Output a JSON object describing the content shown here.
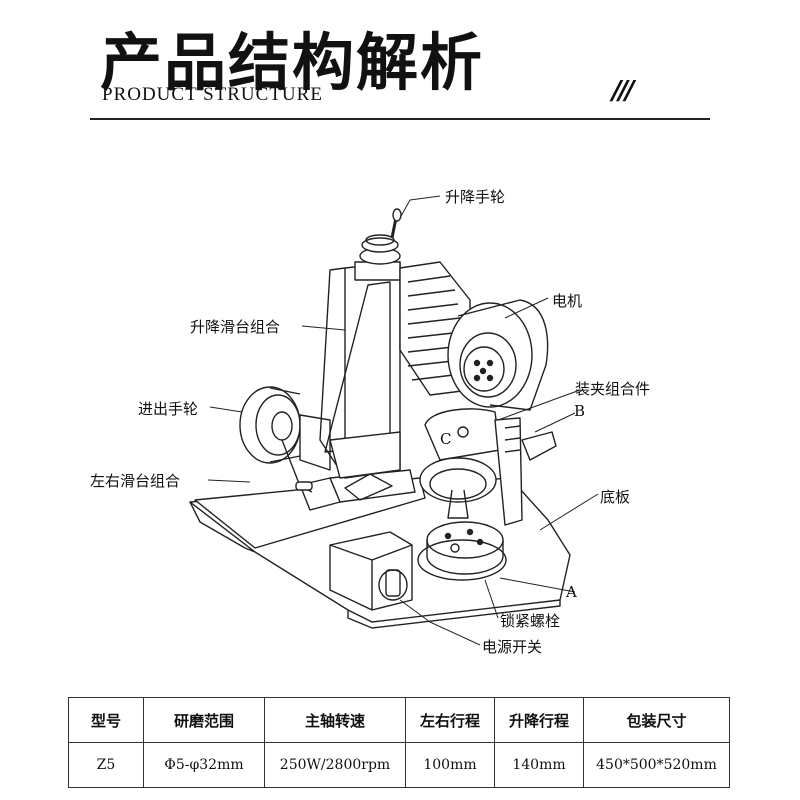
{
  "header": {
    "title": "产品结构解析",
    "subtitle": "PRODUCT STRUCTURE",
    "decoration": "///"
  },
  "parts": {
    "lift_handwheel": "升降手轮",
    "lift_slide": "升降滑台组合",
    "motor": "电机",
    "feed_handwheel": "进出手轮",
    "clamp_assembly": "装夹组合件",
    "point_b": "B",
    "point_c": "C",
    "lr_slide": "左右滑台组合",
    "base_plate": "底板",
    "point_a": "A",
    "lock_bolt": "锁紧螺栓",
    "power_switch": "电源开关"
  },
  "spec_table": {
    "headers": [
      "型号",
      "研磨范围",
      "主轴转速",
      "左右行程",
      "升降行程",
      "包装尺寸"
    ],
    "rows": [
      [
        "Z5",
        "Φ5-φ32mm",
        "250W/2800rpm",
        "100mm",
        "140mm",
        "450*500*520mm"
      ]
    ]
  }
}
